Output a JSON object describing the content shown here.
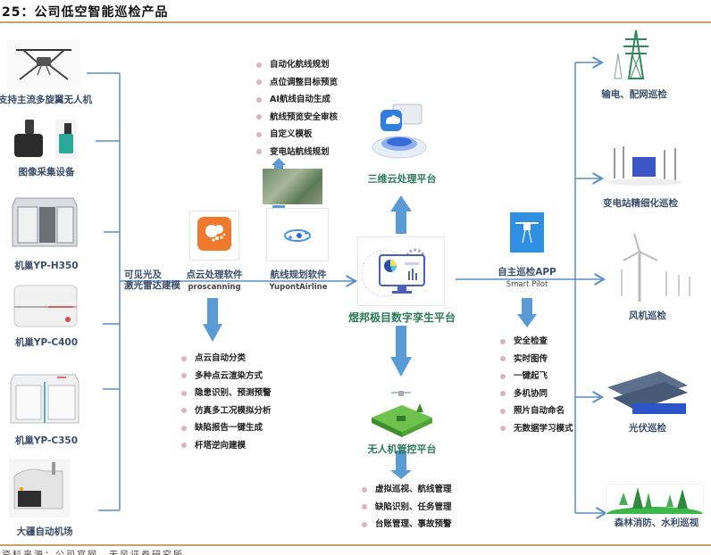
{
  "header": {
    "title": "25：公司低空智能巡检产品"
  },
  "footer": {
    "source": "资料来源：公司官网，天风证券研究所"
  },
  "colors": {
    "line": "#5b8fc7",
    "arrow_fill": "#5b9bd5",
    "rule": "#c9a46a",
    "green_label": "#2b7a5a",
    "bullet": "#d8b4c4"
  },
  "hardware": [
    {
      "label": "支持主流多旋翼无人机",
      "icon": "quadcopter-drone-icon"
    },
    {
      "label": "图像采集设备",
      "icon": "gimbal-camera-icon"
    },
    {
      "label": "机巢YP-H350",
      "icon": "drone-nest-icon"
    },
    {
      "label": "机巢YP-C400",
      "icon": "drone-nest-icon"
    },
    {
      "label": "机巢YP-C350",
      "icon": "drone-nest-icon"
    },
    {
      "label": "大疆自动机场",
      "icon": "dock-icon"
    }
  ],
  "modeling_label": {
    "line1": "可见光及",
    "line2": "激光雷达建模"
  },
  "software": {
    "pointcloud": {
      "name": "点云处理软件",
      "en": "proscanning",
      "icon": "point-cloud-app-icon"
    },
    "route": {
      "name": "航线规划软件",
      "en": "YupontAirline",
      "icon": "route-planning-app-icon"
    },
    "app": {
      "name": "自主巡检APP",
      "en": "Smart Pilot",
      "icon": "drone-app-icon"
    }
  },
  "route_features": [
    "自动化航线规划",
    "点位调整目标预览",
    "AI航线自动生成",
    "航线预览安全审核",
    "自定义模板",
    "变电站航线规划"
  ],
  "pointcloud_features": [
    "点云自动分类",
    "多种点云渲染方式",
    "隐患识别、预测预警",
    "仿真多工况模拟分析",
    "缺陷报告一键生成",
    "杆塔逆向建模"
  ],
  "app_features": [
    "安全检查",
    "实时图传",
    "一键起飞",
    "多机协同",
    "照片自动命名",
    "无数据学习模式"
  ],
  "platforms": {
    "cloud3d": {
      "name": "三维云处理平台",
      "icon": "cloud-server-icon"
    },
    "twin": {
      "name": "煜邦极目数字孪生平台",
      "icon": "dashboard-monitor-icon"
    },
    "control": {
      "name": "无人机管控平台",
      "icon": "drone-field-icon"
    }
  },
  "control_features": [
    "虚拟巡视、航线管理",
    "缺陷识别、任务管理",
    "台账管理、事故预警"
  ],
  "applications": [
    {
      "label": "输电、配网巡检",
      "icon": "power-tower-icon"
    },
    {
      "label": "变电站精细化巡检",
      "icon": "substation-icon"
    },
    {
      "label": "风机巡检",
      "icon": "wind-turbine-icon"
    },
    {
      "label": "光伏巡检",
      "icon": "solar-panel-icon"
    },
    {
      "label": "森林消防、水利巡视",
      "icon": "forest-icon"
    }
  ]
}
